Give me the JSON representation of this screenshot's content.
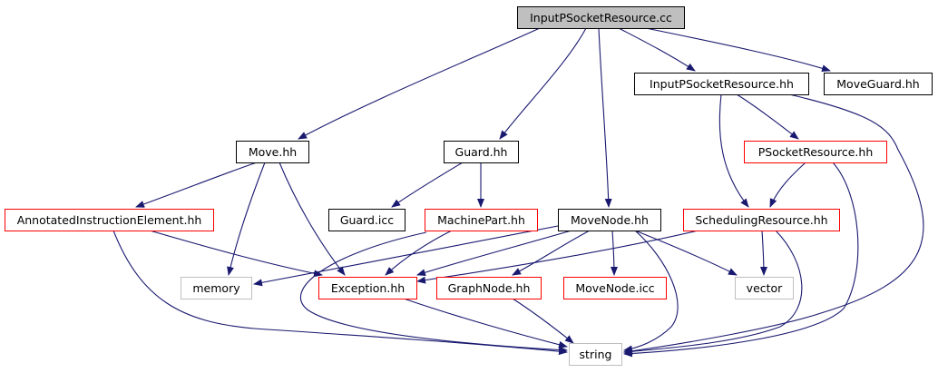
{
  "graph": {
    "nodes": [
      {
        "id": "root",
        "label": "InputPSocketResource.cc",
        "style": "root"
      },
      {
        "id": "ipsr_hh",
        "label": "InputPSocketResource.hh",
        "style": "normal"
      },
      {
        "id": "moveguard",
        "label": "MoveGuard.hh",
        "style": "normal"
      },
      {
        "id": "move",
        "label": "Move.hh",
        "style": "normal"
      },
      {
        "id": "guard",
        "label": "Guard.hh",
        "style": "normal"
      },
      {
        "id": "psr_hh",
        "label": "PSocketResource.hh",
        "style": "red"
      },
      {
        "id": "aie",
        "label": "AnnotatedInstructionElement.hh",
        "style": "red"
      },
      {
        "id": "guardicc",
        "label": "Guard.icc",
        "style": "normal"
      },
      {
        "id": "machinepart",
        "label": "MachinePart.hh",
        "style": "red"
      },
      {
        "id": "movenode",
        "label": "MoveNode.hh",
        "style": "normal"
      },
      {
        "id": "schedres",
        "label": "SchedulingResource.hh",
        "style": "red"
      },
      {
        "id": "memory",
        "label": "memory",
        "style": "gray"
      },
      {
        "id": "exception",
        "label": "Exception.hh",
        "style": "red"
      },
      {
        "id": "graphnode",
        "label": "GraphNode.hh",
        "style": "red"
      },
      {
        "id": "movenodeicc",
        "label": "MoveNode.icc",
        "style": "red"
      },
      {
        "id": "vector",
        "label": "vector",
        "style": "gray"
      },
      {
        "id": "string",
        "label": "string",
        "style": "gray"
      }
    ],
    "edges": [
      [
        "root",
        "ipsr_hh"
      ],
      [
        "root",
        "moveguard"
      ],
      [
        "root",
        "move"
      ],
      [
        "root",
        "guard"
      ],
      [
        "root",
        "movenode"
      ],
      [
        "ipsr_hh",
        "psr_hh"
      ],
      [
        "ipsr_hh",
        "schedres"
      ],
      [
        "ipsr_hh",
        "string"
      ],
      [
        "psr_hh",
        "schedres"
      ],
      [
        "psr_hh",
        "string"
      ],
      [
        "move",
        "aie"
      ],
      [
        "move",
        "memory"
      ],
      [
        "move",
        "exception"
      ],
      [
        "guard",
        "guardicc"
      ],
      [
        "guard",
        "machinepart"
      ],
      [
        "aie",
        "exception"
      ],
      [
        "aie",
        "string"
      ],
      [
        "machinepart",
        "exception"
      ],
      [
        "machinepart",
        "string"
      ],
      [
        "movenode",
        "memory"
      ],
      [
        "movenode",
        "exception"
      ],
      [
        "movenode",
        "graphnode"
      ],
      [
        "movenode",
        "movenodeicc"
      ],
      [
        "movenode",
        "vector"
      ],
      [
        "movenode",
        "string"
      ],
      [
        "schedres",
        "exception"
      ],
      [
        "schedres",
        "vector"
      ],
      [
        "schedres",
        "string"
      ],
      [
        "exception",
        "string"
      ],
      [
        "graphnode",
        "string"
      ]
    ],
    "colors": {
      "edge": "#191970",
      "border_normal": "#000000",
      "border_red": "#ff0000",
      "border_gray": "#bfbfbf",
      "root_fill": "#bfbfbf",
      "fill": "#ffffff"
    }
  }
}
